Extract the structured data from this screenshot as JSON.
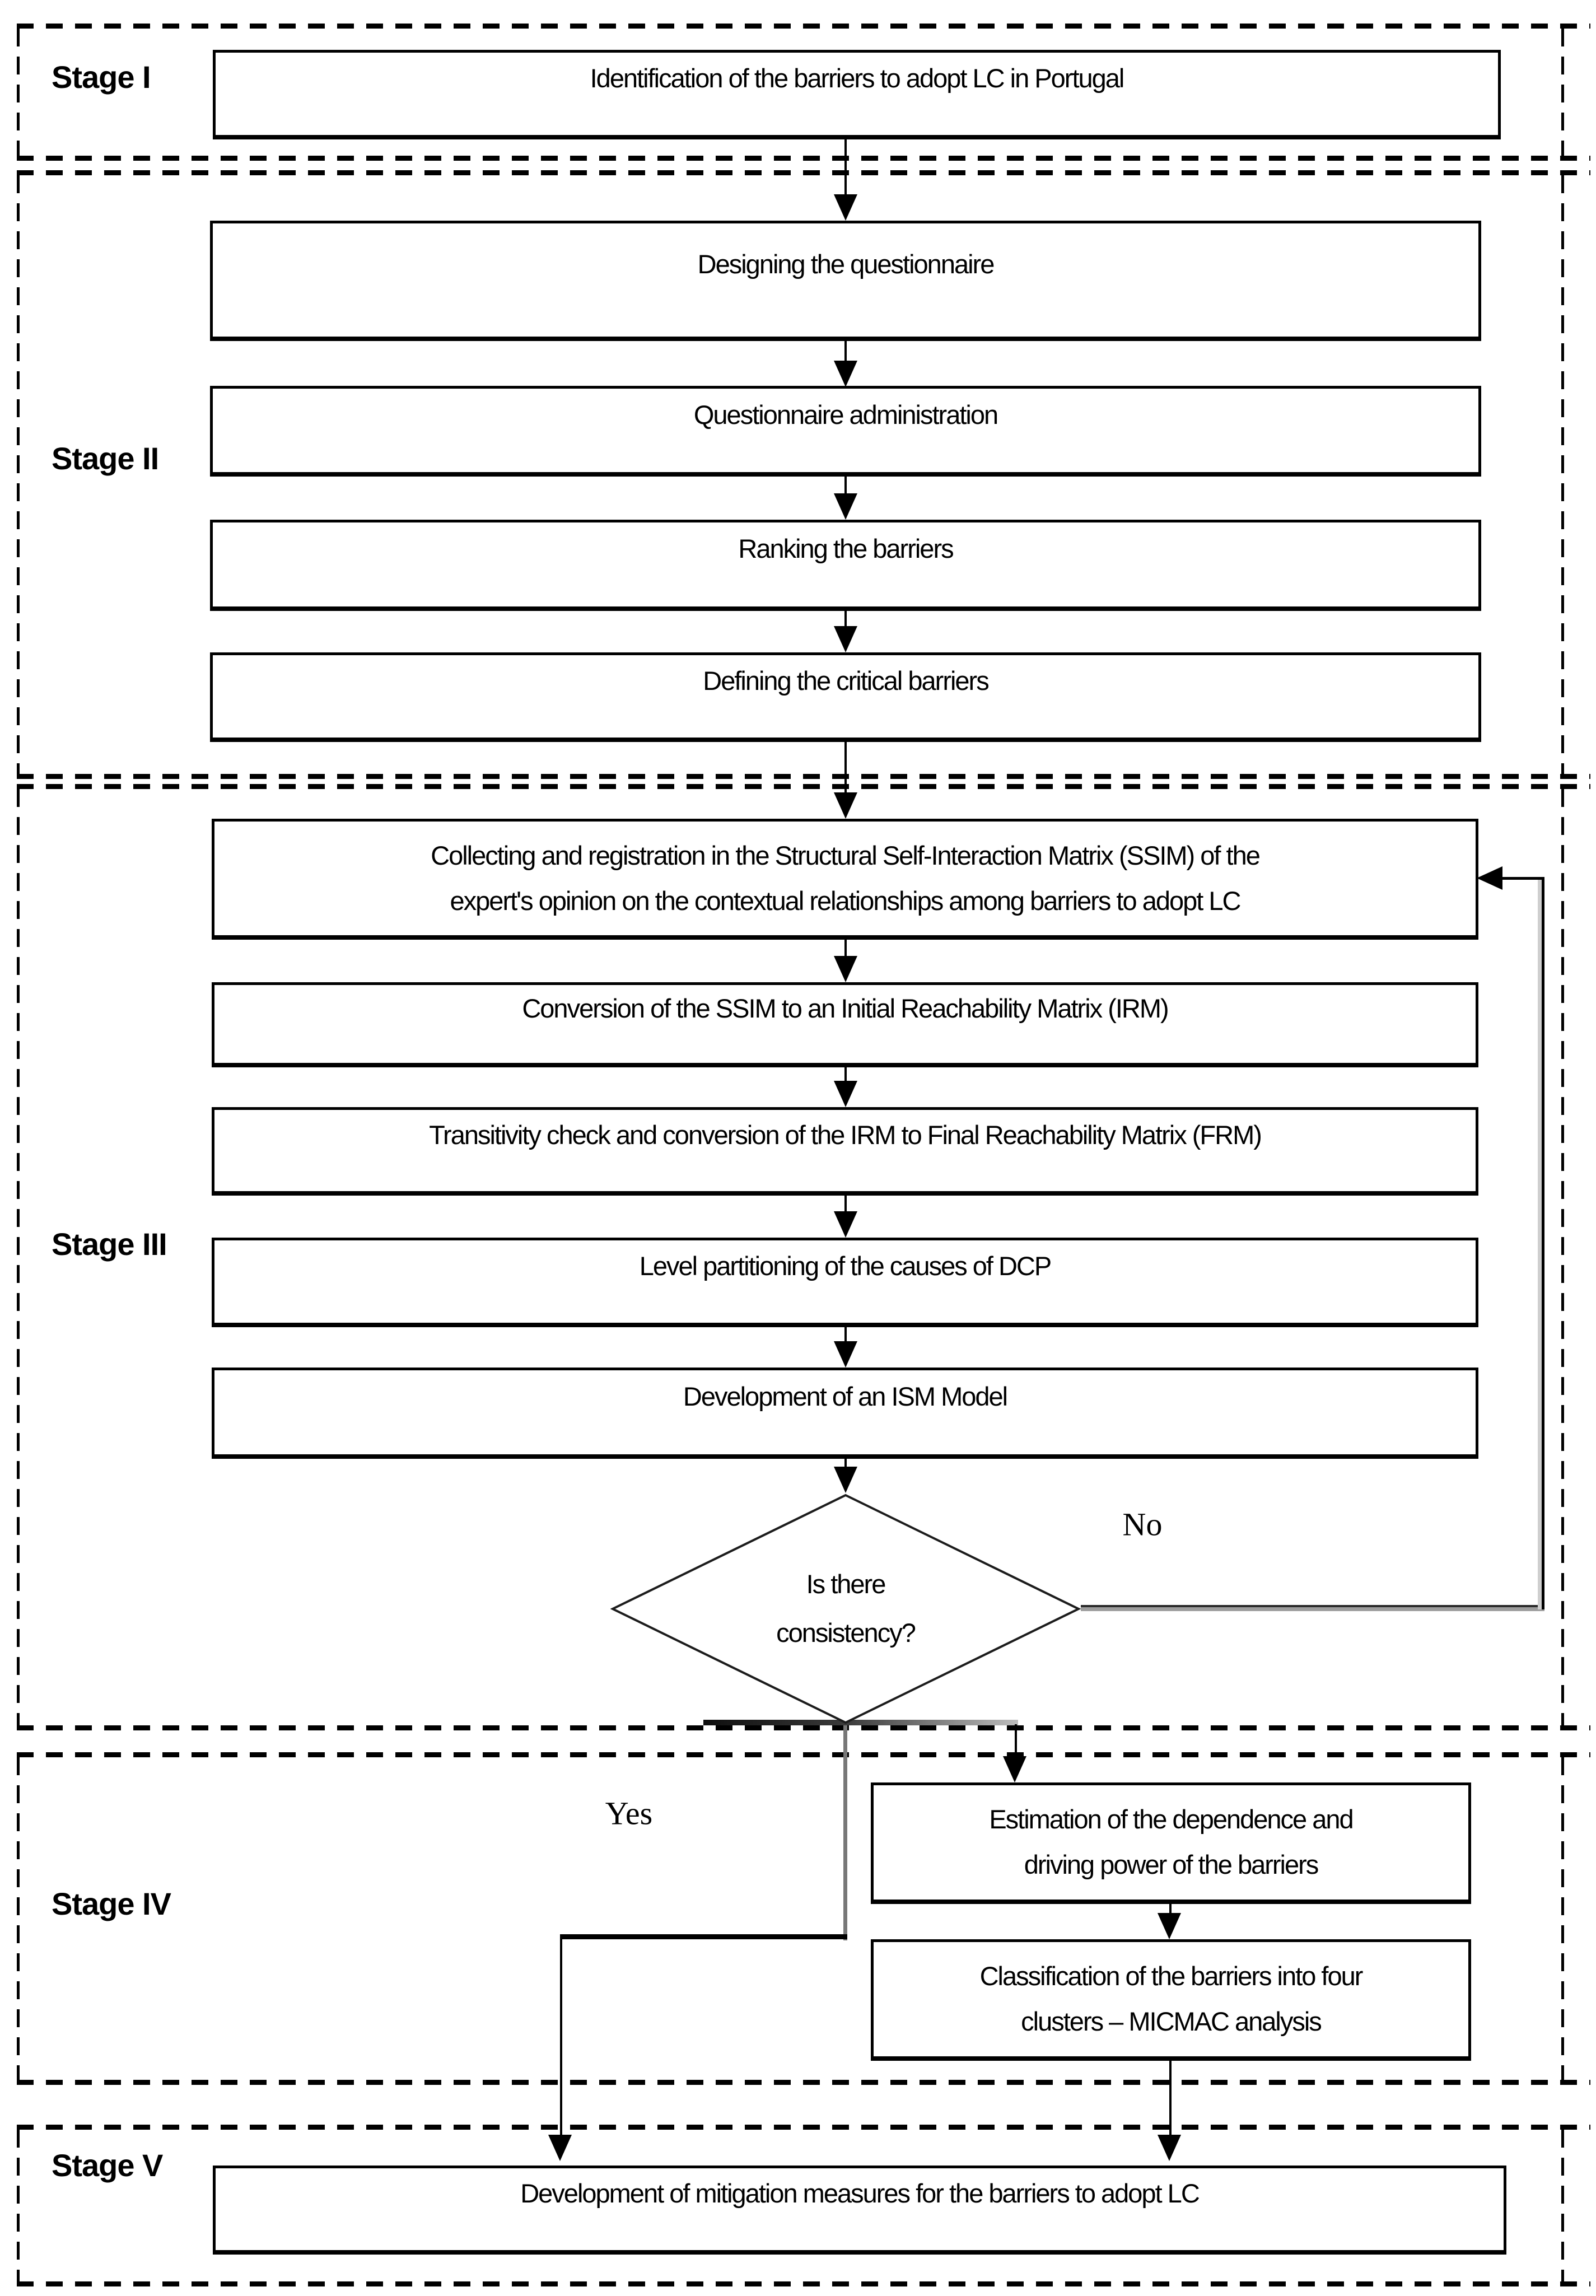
{
  "stages": [
    {
      "label": "Stage I",
      "boxes": [
        "Identification of the barriers to adopt LC in Portugal"
      ]
    },
    {
      "label": "Stage II",
      "boxes": [
        "Designing the questionnaire",
        "Questionnaire administration",
        "Ranking the barriers",
        "Defining the critical barriers"
      ]
    },
    {
      "label": "Stage III",
      "boxes": [
        "Collecting and registration in the Structural Self-Interaction Matrix (SSIM) of the\nexpert's opinion on the contextual relationships among barriers to adopt LC",
        "Conversion of the SSIM to an Initial Reachability Matrix (IRM)",
        "Transitivity check and conversion of the IRM to Final Reachability Matrix (FRM)",
        "Level partitioning of the causes of DCP",
        "Development of an ISM Model"
      ],
      "decision": {
        "question": "Is there\nconsistency?",
        "no": "No",
        "yes": "Yes"
      }
    },
    {
      "label": "Stage IV",
      "boxes": [
        "Estimation of the dependence and\ndriving power of the barriers",
        "Classification of the barriers into four\nclusters – MICMAC analysis"
      ]
    },
    {
      "label": "Stage V",
      "boxes": [
        "Development of mitigation measures for the barriers to adopt LC"
      ]
    }
  ],
  "colors": {
    "ink": "#000000",
    "paper": "#ffffff",
    "muted_line_gray": "#8a8a8a"
  }
}
